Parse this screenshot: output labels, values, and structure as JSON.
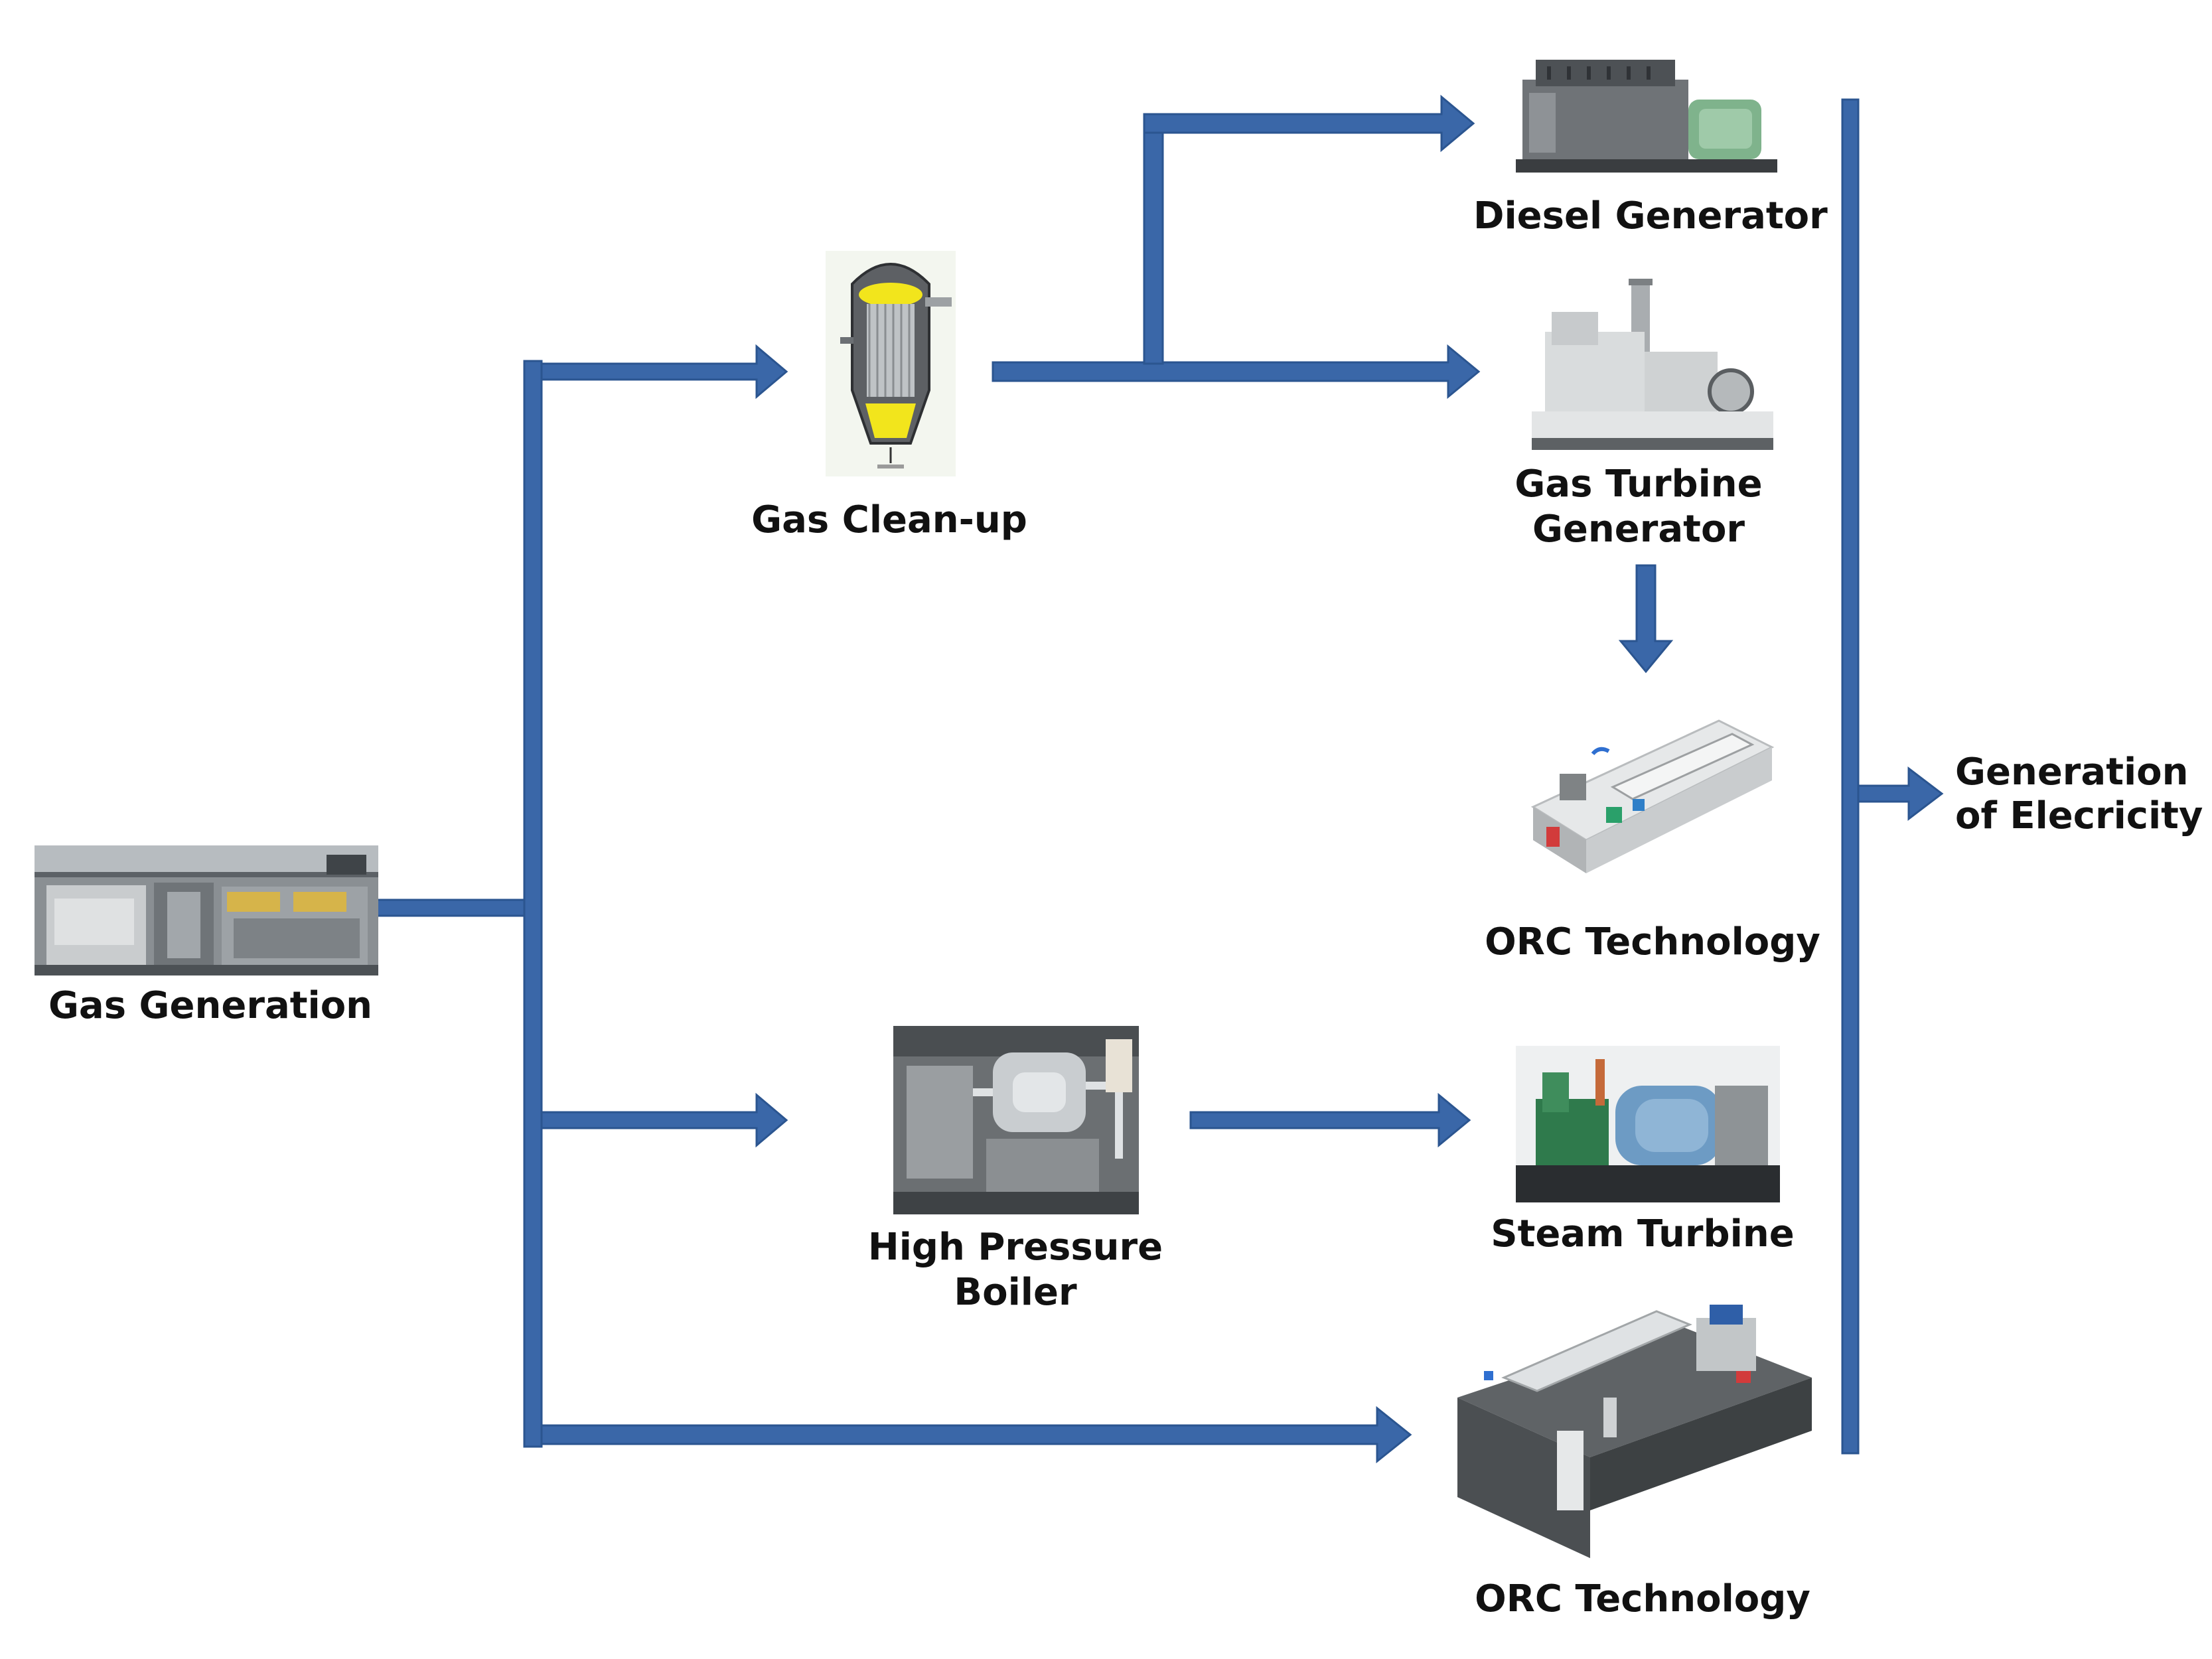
{
  "diagram": {
    "nodes": {
      "gas_generation": "Gas Generation",
      "gas_cleanup": "Gas Clean-up",
      "diesel_generator": "Diesel Generator",
      "gas_turbine_line1": "Gas Turbine",
      "gas_turbine_line2": "Generator",
      "orc_upper": "ORC Technology",
      "high_pressure_line1": "High Pressure",
      "high_pressure_line2": "Boiler",
      "steam_turbine": "Steam Turbine",
      "orc_lower": "ORC Technology",
      "output_line1": "Generation",
      "output_line2": "of Elecricity"
    },
    "icons": {
      "gas_generation": "factory-hall-photo",
      "gas_cleanup": "cyclone-filter-vessel",
      "diesel_generator": "diesel-genset",
      "gas_turbine": "gas-turbine-package",
      "orc_upper": "orc-skid-unit",
      "high_pressure": "boiler-plant-photo",
      "steam_turbine": "steam-turbine-machine",
      "orc_lower": "orc-plant-installation"
    },
    "colors": {
      "arrow": "#3a67a8",
      "arrow_edge": "#2b5590"
    }
  }
}
